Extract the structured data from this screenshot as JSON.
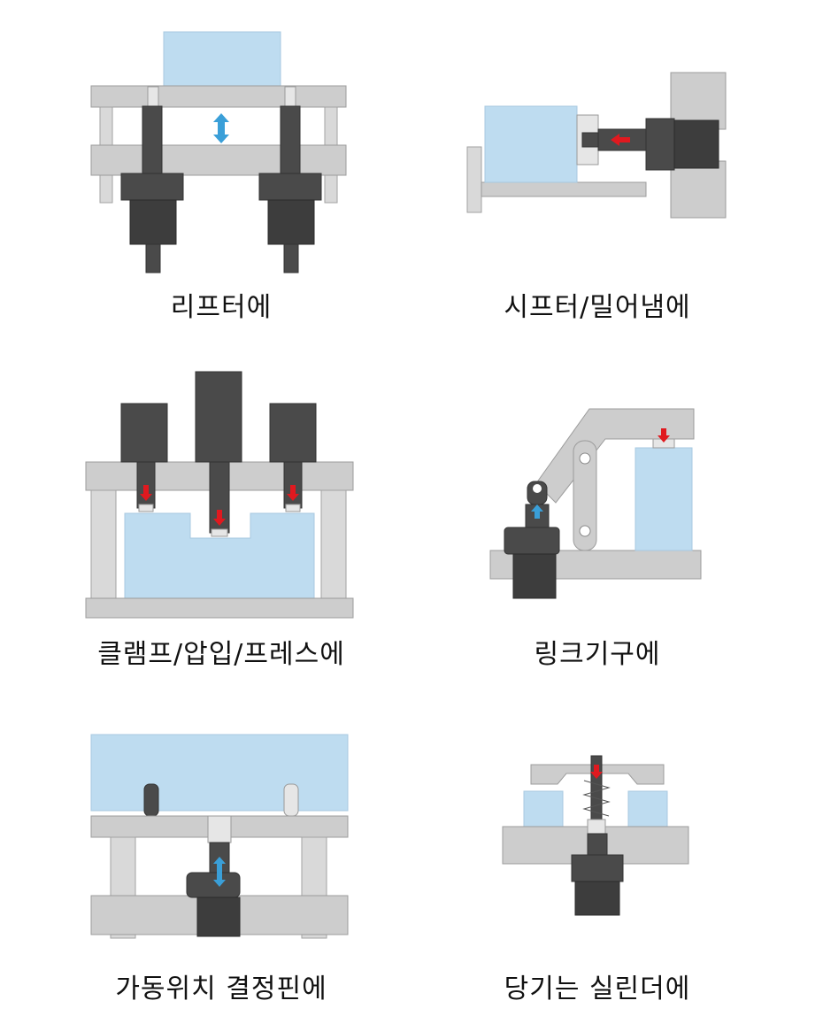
{
  "panels": [
    {
      "caption": "리프터에"
    },
    {
      "caption": "시프터/밀어냄에"
    },
    {
      "caption": "클램프/압입/프레스에"
    },
    {
      "caption": "링크기구에"
    },
    {
      "caption": "가동위치 결정핀에"
    },
    {
      "caption": "당기는 실린더에"
    }
  ],
  "colors": {
    "plate": "#cdcdcd",
    "workpiece": "#bedcf0",
    "cylinder": "#4a4a4a",
    "arrow_red": "#e0191f",
    "arrow_blue": "#3a9fd8"
  }
}
